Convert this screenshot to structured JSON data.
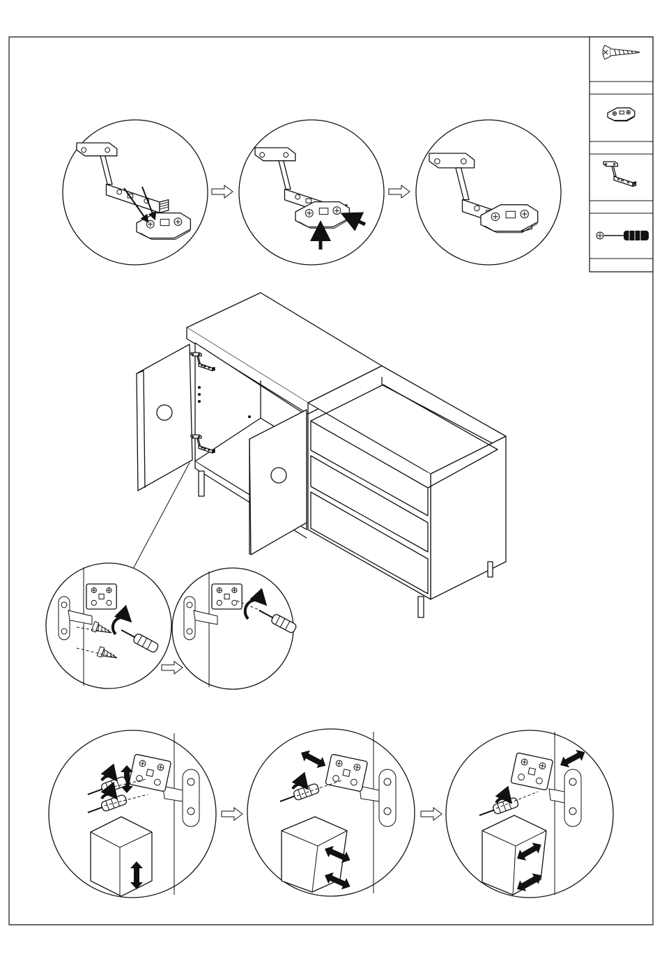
{
  "page": {
    "type": "assembly-instruction-sheet",
    "text_content": []
  },
  "parts_legend": [
    {
      "id": "screw",
      "icon": "screw-icon"
    },
    {
      "id": "hinge-base-plate",
      "icon": "hinge-base-plate-icon"
    },
    {
      "id": "cabinet-hinge",
      "icon": "cabinet-hinge-icon"
    },
    {
      "id": "screwdriver",
      "icon": "phillips-screwdriver-icon"
    }
  ],
  "steps": [
    {
      "id": "hinge-clip-on",
      "frames": 3,
      "arrows": "outline-arrow"
    },
    {
      "id": "cabinet-overview",
      "frames": 1
    },
    {
      "id": "hinge-attach-to-side",
      "frames": 2,
      "arrows": "outline-arrow"
    },
    {
      "id": "door-adjustment",
      "frames": 3,
      "arrows": "outline-arrow",
      "adjustments": [
        "vertical",
        "depth",
        "side"
      ]
    }
  ],
  "colors": {
    "line": "#111111",
    "paper": "#ffffff",
    "fill": "#111111"
  }
}
